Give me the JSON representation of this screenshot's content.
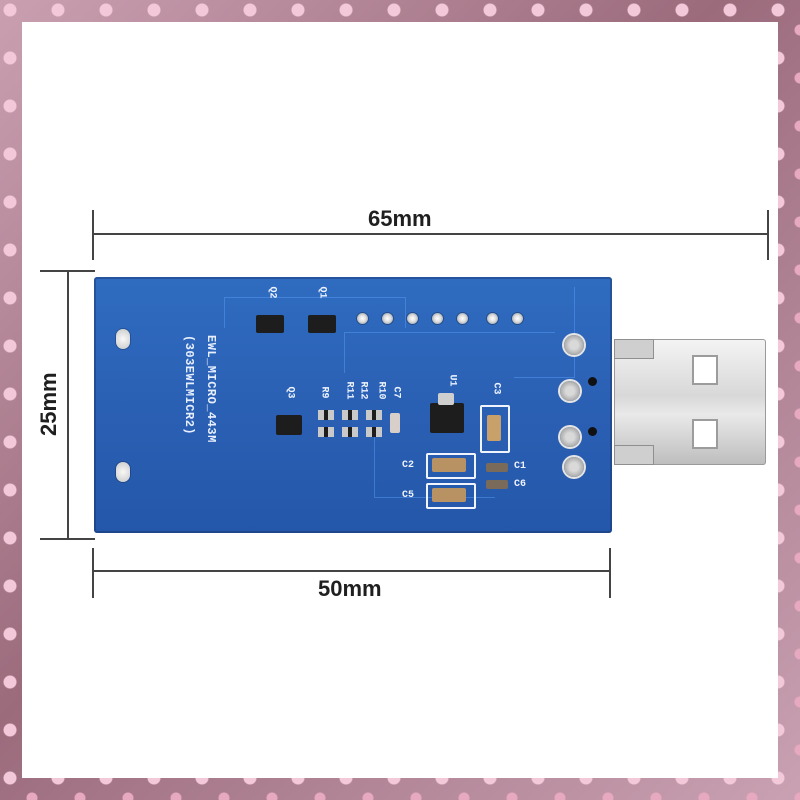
{
  "dimensions": {
    "width_label": "65mm",
    "height_label": "25mm",
    "bottom_label": "50mm"
  },
  "board": {
    "name_line1": "EWL_MICRO_443M",
    "name_line2": "(303EWLMICR2)",
    "components": {
      "q1": "Q1",
      "q2": "Q2",
      "q3": "Q3",
      "r9": "R9",
      "r10": "R10",
      "r11": "R11",
      "r12": "R12",
      "c1": "C1",
      "c2": "C2",
      "c3": "C3",
      "c5": "C5",
      "c6": "C6",
      "c7": "C7",
      "u1": "U1"
    },
    "color": "#2a5fb3"
  },
  "connector": {
    "type": "usb-a-plug"
  }
}
